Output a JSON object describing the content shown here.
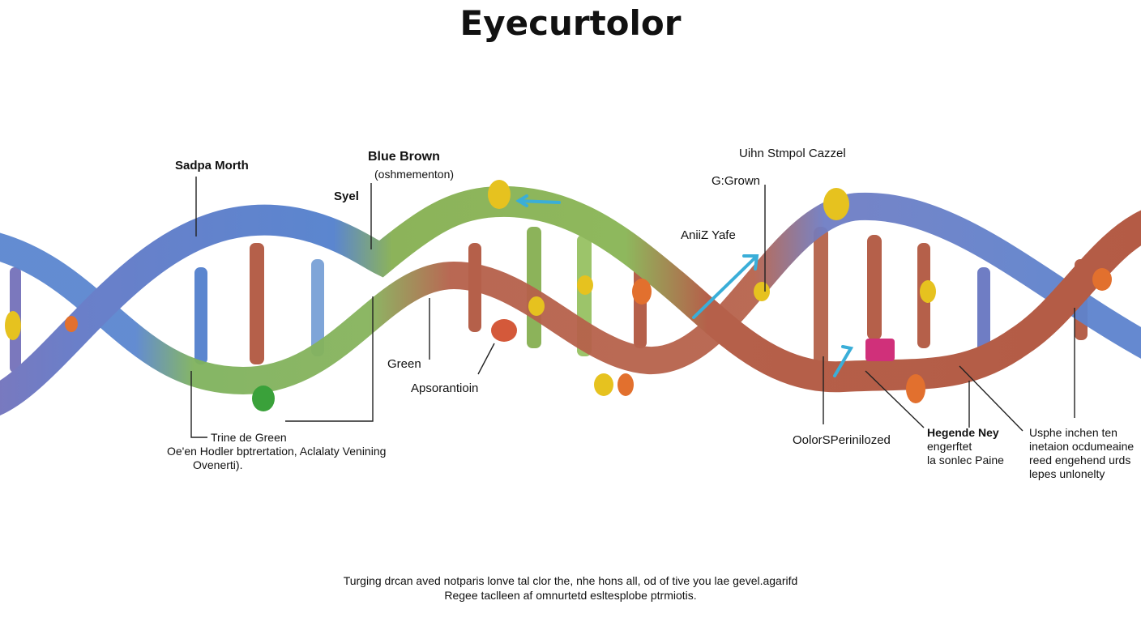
{
  "title": "Eyecurtolor",
  "labels": {
    "sadpa_morth": "Sadpa Morth",
    "blue_brown": "Blue Brown",
    "blue_brown_sub": "(oshmementon)",
    "syel": "Syel",
    "uihn": "Uihn Stmpol Cazzel",
    "ggrown": "G:Grown",
    "aniiz": "AniiZ Yafe",
    "green": "Green",
    "apsorantioin": "Apsorantioin",
    "trine_line1": "Trine de Green",
    "trine_line2": "Oe'en Hodler bptrertation, Aclalaty Venining",
    "trine_line3": "Ovenerti).",
    "oolor": "OolorSPerinilozed",
    "hegende_line1": "Hegende Ney",
    "hegende_line2": "engerftet",
    "hegende_line3": "la sonlec Paine",
    "usphe_line1": "Usphe inchen ten",
    "usphe_line2": "inetaion ocdumeaine",
    "usphe_line3": "reed engehend urds",
    "usphe_line4": "lepes unlonelty"
  },
  "footer": {
    "line1": "Turging drcan aved notparis lonve tal clor the, nhe hons all, od of tive you lae gevel.agarifd",
    "line2": "Regee taclleen af omnurtetd esltesplobe ptrmiotis."
  },
  "colors": {
    "blue_strand": "#5b7fc4",
    "purple_strand": "#7b78bd",
    "green_strand": "#8cb35a",
    "brown_strand": "#b5604a",
    "rung_yellow": "#e6c21f",
    "rung_orange": "#e2702e",
    "rung_magenta": "#d0307a",
    "arrow_cyan": "#3aaed8"
  }
}
